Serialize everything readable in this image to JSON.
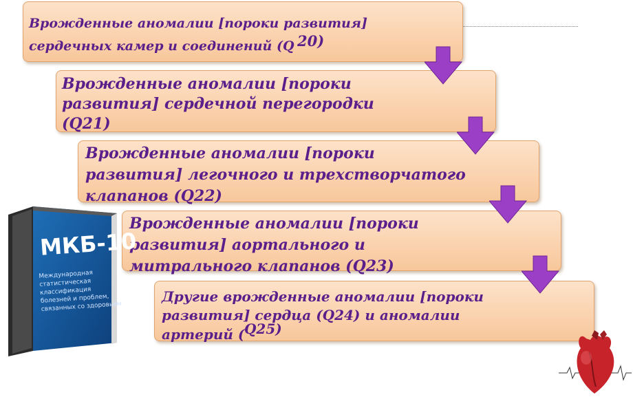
{
  "steps": [
    {
      "line1": "Врожденные аномалии [пороки развития]",
      "line2": "сердечных камер и соединений (Q",
      "code": "20)"
    },
    {
      "text": "Врожденные аномалии [пороки\nразвития] сердечной перегородки\n(Q21)"
    },
    {
      "text": "Врожденные аномалии [пороки\nразвития] легочного и трехстворчатого\nклапанов (Q22)"
    },
    {
      "text": "Врожденные аномалии [пороки\nразвития] аортального и\nмитрального клапанов (Q23)"
    },
    {
      "line1": "Другие врожденные аномалии [пороки",
      "line2": "развития] сердца (Q24) и аномалии",
      "line3": "артерий  (",
      "code": "Q25)"
    }
  ],
  "book": {
    "title": "МКБ-10",
    "subtitle": "Международная\nстатистическая\nклассификация\nболезней и проблем,\nсвязанных со здоровьем"
  },
  "colors": {
    "box_fill": "#fbd4b0",
    "text": "#5a1f8a",
    "arrow": "#9b3fc6"
  }
}
